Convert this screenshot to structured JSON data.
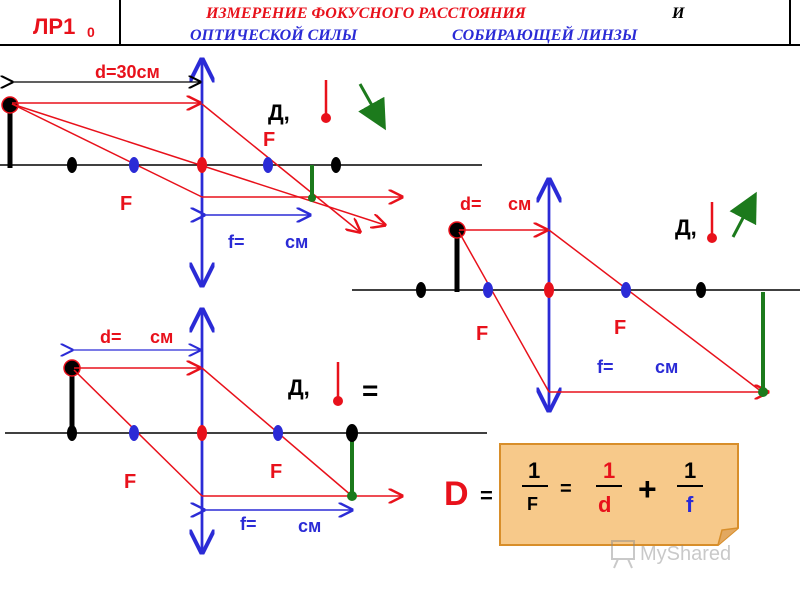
{
  "header": {
    "lab_code": "ЛР1",
    "lab_number": "0",
    "title_line1": "ИЗМЕРЕНИЕ ФОКУСНОГО РАССТОЯНИЯ",
    "title_and": "И",
    "title_line2_left": "ОПТИЧЕСКОЙ СИЛЫ",
    "title_line2_right": "СОБИРАЮЩЕЙ ЛИНЗЫ"
  },
  "diagram1": {
    "distance_label": "d=30см",
    "image_distance_label": "f=",
    "unit": "см",
    "focus_left": "F",
    "focus_right": "F",
    "image_label": "Д,"
  },
  "diagram2": {
    "distance_label": "d=",
    "unit": "см",
    "image_distance_label": "f=",
    "focus_left": "F",
    "focus_right": "F",
    "image_label": "Д,"
  },
  "diagram3": {
    "distance_label": "d=",
    "unit": "см",
    "image_distance_label": "f=",
    "focus_left": "F",
    "focus_right": "F",
    "image_label": "Д,",
    "equals": "="
  },
  "formula": {
    "lhs": "D",
    "eq1": "=",
    "num1": "1",
    "den1": "F",
    "eq2": "=",
    "num2": "1",
    "den2": "d",
    "plus": "+",
    "num3": "1",
    "den3": "f"
  },
  "watermark": {
    "text": "MyShared"
  },
  "colors": {
    "red": "#e8111b",
    "blue": "#2b2bd6",
    "green": "#1c7a1c",
    "formula_bg": "#f7c98a"
  }
}
